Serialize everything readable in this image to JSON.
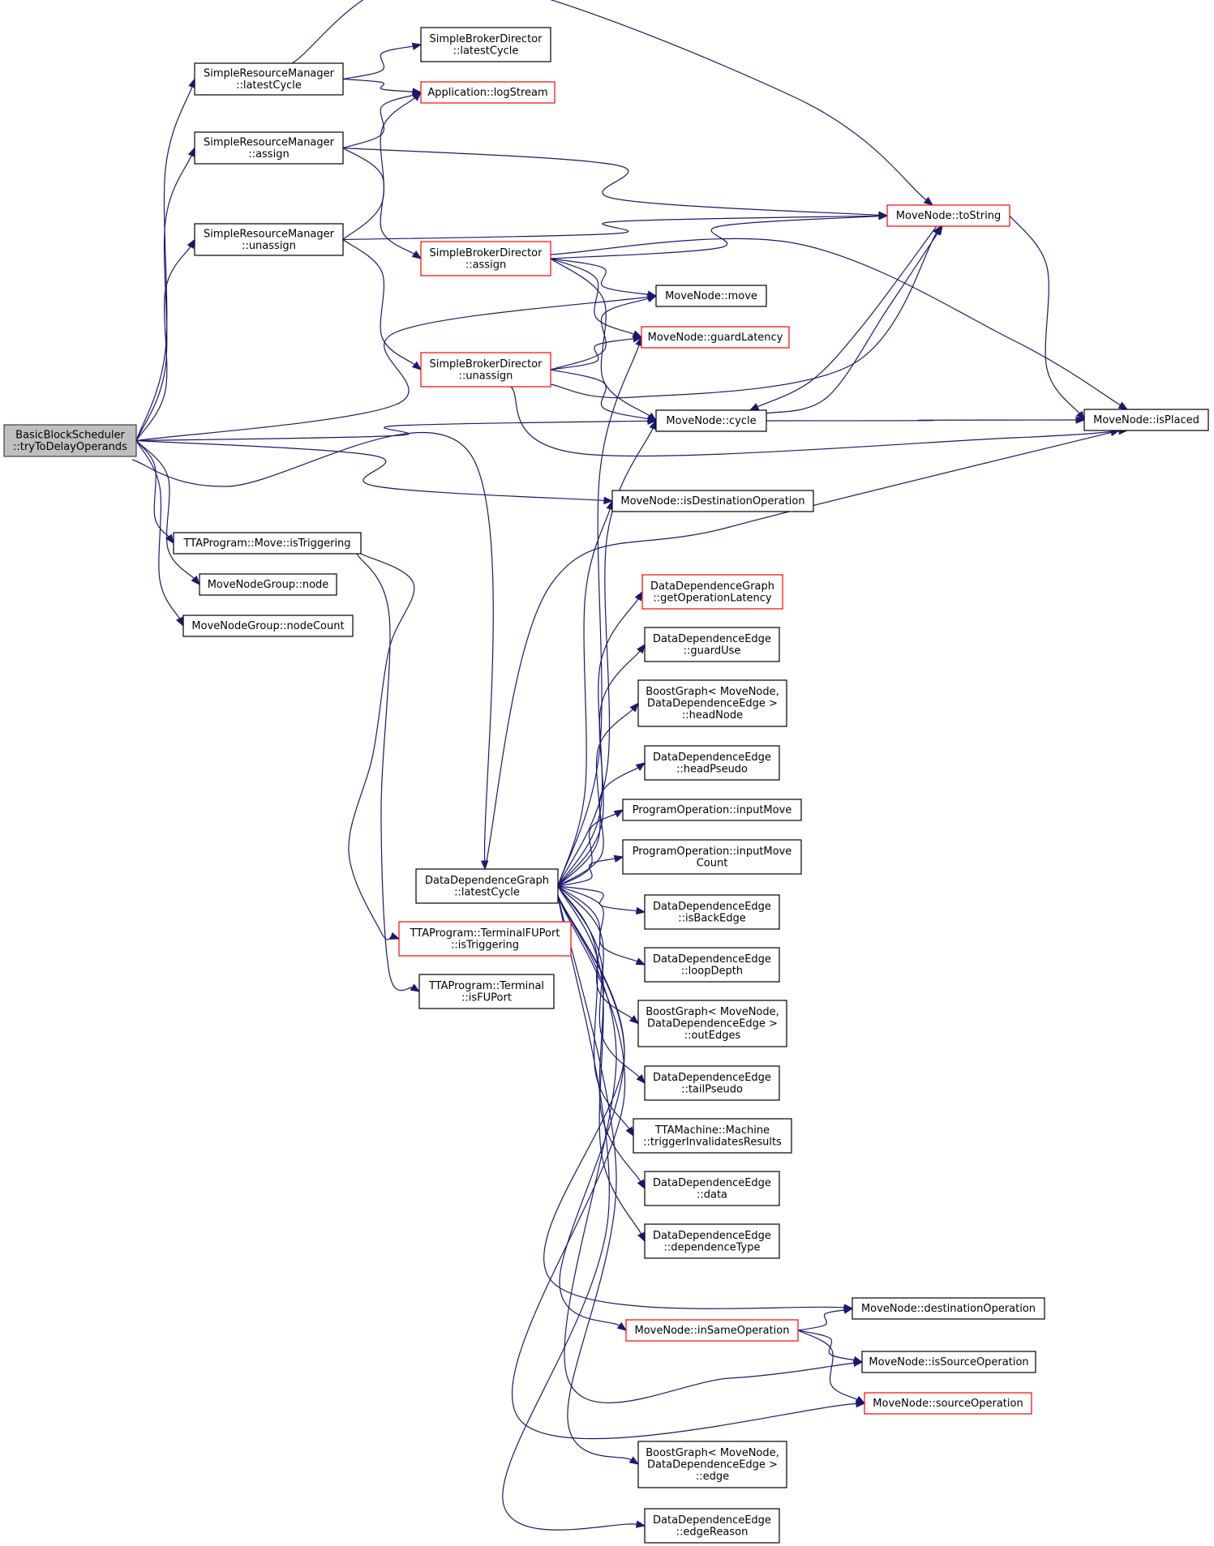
{
  "diagram": {
    "type": "call-graph",
    "colors": {
      "edge": "#191970",
      "node_border": "#000000",
      "node_border_truncated": "#ff0000",
      "root_fill": "#bfbfbf"
    },
    "nodes": [
      {
        "id": "root",
        "lines": [
          "BasicBlockScheduler",
          "::tryToDelayOperands"
        ],
        "style": "root"
      },
      {
        "id": "srm_latest",
        "lines": [
          "SimpleResourceManager",
          "::latestCycle"
        ],
        "style": "normal"
      },
      {
        "id": "srm_assign",
        "lines": [
          "SimpleResourceManager",
          "::assign"
        ],
        "style": "normal"
      },
      {
        "id": "srm_unassign",
        "lines": [
          "SimpleResourceManager",
          "::unassign"
        ],
        "style": "normal"
      },
      {
        "id": "sbd_latest",
        "lines": [
          "SimpleBrokerDirector",
          "::latestCycle"
        ],
        "style": "normal"
      },
      {
        "id": "app_log",
        "lines": [
          "Application::logStream"
        ],
        "style": "red"
      },
      {
        "id": "mn_tostring",
        "lines": [
          "MoveNode::toString"
        ],
        "style": "red"
      },
      {
        "id": "sbd_assign",
        "lines": [
          "SimpleBrokerDirector",
          "::assign"
        ],
        "style": "red"
      },
      {
        "id": "mn_move",
        "lines": [
          "MoveNode::move"
        ],
        "style": "normal"
      },
      {
        "id": "mn_guard",
        "lines": [
          "MoveNode::guardLatency"
        ],
        "style": "red"
      },
      {
        "id": "sbd_unassign",
        "lines": [
          "SimpleBrokerDirector",
          "::unassign"
        ],
        "style": "red"
      },
      {
        "id": "mn_cycle",
        "lines": [
          "MoveNode::cycle"
        ],
        "style": "normal"
      },
      {
        "id": "mn_isplaced",
        "lines": [
          "MoveNode::isPlaced"
        ],
        "style": "normal"
      },
      {
        "id": "mn_isdest",
        "lines": [
          "MoveNode::isDestinationOperation"
        ],
        "style": "normal"
      },
      {
        "id": "tta_move_trig",
        "lines": [
          "TTAProgram::Move::isTriggering"
        ],
        "style": "normal"
      },
      {
        "id": "mng_node",
        "lines": [
          "MoveNodeGroup::node"
        ],
        "style": "normal"
      },
      {
        "id": "mng_count",
        "lines": [
          "MoveNodeGroup::nodeCount"
        ],
        "style": "normal"
      },
      {
        "id": "ddg_oplat",
        "lines": [
          "DataDependenceGraph",
          "::getOperationLatency"
        ],
        "style": "red"
      },
      {
        "id": "dde_guarduse",
        "lines": [
          "DataDependenceEdge",
          "::guardUse"
        ],
        "style": "normal"
      },
      {
        "id": "bg_headnode",
        "lines": [
          "BoostGraph< MoveNode,",
          "DataDependenceEdge >",
          "::headNode"
        ],
        "style": "normal"
      },
      {
        "id": "dde_headpseudo",
        "lines": [
          "DataDependenceEdge",
          "::headPseudo"
        ],
        "style": "normal"
      },
      {
        "id": "po_inputmove",
        "lines": [
          "ProgramOperation::inputMove"
        ],
        "style": "normal"
      },
      {
        "id": "po_inputmovecount",
        "lines": [
          "ProgramOperation::inputMove",
          "Count"
        ],
        "style": "normal"
      },
      {
        "id": "ddg_latest",
        "lines": [
          "DataDependenceGraph",
          "::latestCycle"
        ],
        "style": "normal"
      },
      {
        "id": "dde_isbackedge",
        "lines": [
          "DataDependenceEdge",
          "::isBackEdge"
        ],
        "style": "normal"
      },
      {
        "id": "tta_tfu_trig",
        "lines": [
          "TTAProgram::TerminalFUPort",
          "::isTriggering"
        ],
        "style": "red"
      },
      {
        "id": "dde_loopdepth",
        "lines": [
          "DataDependenceEdge",
          "::loopDepth"
        ],
        "style": "normal"
      },
      {
        "id": "tta_term_isfu",
        "lines": [
          "TTAProgram::Terminal",
          "::isFUPort"
        ],
        "style": "normal"
      },
      {
        "id": "bg_outedges",
        "lines": [
          "BoostGraph< MoveNode,",
          "DataDependenceEdge >",
          "::outEdges"
        ],
        "style": "normal"
      },
      {
        "id": "dde_tailpseudo",
        "lines": [
          "DataDependenceEdge",
          "::tailPseudo"
        ],
        "style": "normal"
      },
      {
        "id": "ttam_trigger",
        "lines": [
          "TTAMachine::Machine",
          "::triggerInvalidatesResults"
        ],
        "style": "normal"
      },
      {
        "id": "dde_data",
        "lines": [
          "DataDependenceEdge",
          "::data"
        ],
        "style": "normal"
      },
      {
        "id": "dde_deptype",
        "lines": [
          "DataDependenceEdge",
          "::dependenceType"
        ],
        "style": "normal"
      },
      {
        "id": "mn_destop",
        "lines": [
          "MoveNode::destinationOperation"
        ],
        "style": "normal"
      },
      {
        "id": "mn_insameop",
        "lines": [
          "MoveNode::inSameOperation"
        ],
        "style": "red"
      },
      {
        "id": "mn_issrc",
        "lines": [
          "MoveNode::isSourceOperation"
        ],
        "style": "normal"
      },
      {
        "id": "mn_srcop",
        "lines": [
          "MoveNode::sourceOperation"
        ],
        "style": "red"
      },
      {
        "id": "bg_edge",
        "lines": [
          "BoostGraph< MoveNode,",
          "DataDependenceEdge >",
          "::edge"
        ],
        "style": "normal"
      },
      {
        "id": "dde_edgereason",
        "lines": [
          "DataDependenceEdge",
          "::edgeReason"
        ],
        "style": "normal"
      }
    ],
    "edges": [
      [
        "root",
        "srm_latest"
      ],
      [
        "root",
        "srm_assign"
      ],
      [
        "root",
        "srm_unassign"
      ],
      [
        "root",
        "mn_move"
      ],
      [
        "root",
        "mn_cycle"
      ],
      [
        "root",
        "mn_isdest"
      ],
      [
        "root",
        "tta_move_trig"
      ],
      [
        "root",
        "mng_node"
      ],
      [
        "root",
        "mng_count"
      ],
      [
        "root",
        "ddg_latest"
      ],
      [
        "srm_latest",
        "sbd_latest"
      ],
      [
        "srm_latest",
        "app_log"
      ],
      [
        "srm_latest",
        "mn_tostring"
      ],
      [
        "srm_assign",
        "app_log"
      ],
      [
        "srm_assign",
        "mn_tostring"
      ],
      [
        "srm_assign",
        "sbd_assign"
      ],
      [
        "srm_unassign",
        "app_log"
      ],
      [
        "srm_unassign",
        "mn_tostring"
      ],
      [
        "srm_unassign",
        "sbd_unassign"
      ],
      [
        "sbd_assign",
        "mn_tostring"
      ],
      [
        "sbd_assign",
        "mn_move"
      ],
      [
        "sbd_assign",
        "mn_guard"
      ],
      [
        "sbd_assign",
        "mn_cycle"
      ],
      [
        "sbd_assign",
        "mn_isplaced"
      ],
      [
        "sbd_unassign",
        "mn_move"
      ],
      [
        "sbd_unassign",
        "mn_guard"
      ],
      [
        "sbd_unassign",
        "mn_tostring"
      ],
      [
        "sbd_unassign",
        "mn_cycle"
      ],
      [
        "sbd_unassign",
        "mn_isplaced"
      ],
      [
        "mn_tostring",
        "mn_isplaced"
      ],
      [
        "mn_tostring",
        "mn_cycle"
      ],
      [
        "mn_cycle",
        "mn_tostring"
      ],
      [
        "mn_cycle",
        "mn_isplaced"
      ],
      [
        "tta_move_trig",
        "tta_tfu_trig"
      ],
      [
        "tta_move_trig",
        "tta_term_isfu"
      ],
      [
        "ddg_latest",
        "mn_guard"
      ],
      [
        "ddg_latest",
        "mn_cycle"
      ],
      [
        "ddg_latest",
        "mn_isdest"
      ],
      [
        "ddg_latest",
        "mn_isplaced"
      ],
      [
        "ddg_latest",
        "ddg_oplat"
      ],
      [
        "ddg_latest",
        "dde_guarduse"
      ],
      [
        "ddg_latest",
        "bg_headnode"
      ],
      [
        "ddg_latest",
        "dde_headpseudo"
      ],
      [
        "ddg_latest",
        "po_inputmove"
      ],
      [
        "ddg_latest",
        "po_inputmovecount"
      ],
      [
        "ddg_latest",
        "dde_isbackedge"
      ],
      [
        "ddg_latest",
        "dde_loopdepth"
      ],
      [
        "ddg_latest",
        "bg_outedges"
      ],
      [
        "ddg_latest",
        "dde_tailpseudo"
      ],
      [
        "ddg_latest",
        "ttam_trigger"
      ],
      [
        "ddg_latest",
        "dde_data"
      ],
      [
        "ddg_latest",
        "dde_deptype"
      ],
      [
        "ddg_latest",
        "mn_destop"
      ],
      [
        "ddg_latest",
        "mn_insameop"
      ],
      [
        "ddg_latest",
        "mn_issrc"
      ],
      [
        "ddg_latest",
        "mn_srcop"
      ],
      [
        "ddg_latest",
        "bg_edge"
      ],
      [
        "ddg_latest",
        "dde_edgereason"
      ],
      [
        "mn_insameop",
        "mn_destop"
      ],
      [
        "mn_insameop",
        "mn_issrc"
      ],
      [
        "mn_insameop",
        "mn_srcop"
      ]
    ]
  }
}
